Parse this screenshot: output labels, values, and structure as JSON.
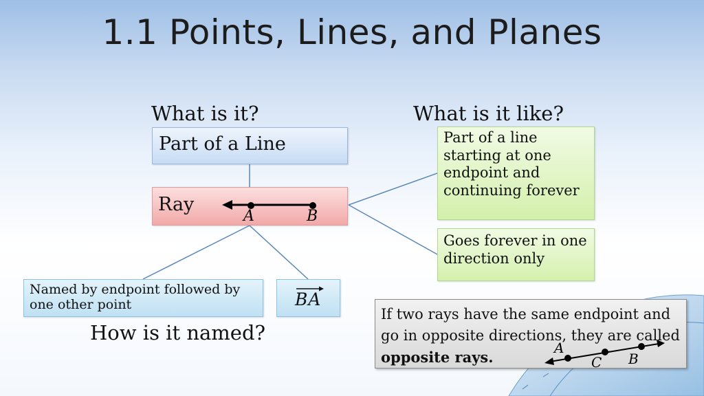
{
  "title": "1.1 Points, Lines, and Planes",
  "headers": {
    "what_is_it": "What is it?",
    "what_is_it_like": "What is it like?",
    "how_named": "How is it named?"
  },
  "boxes": {
    "definition": "Part of a Line",
    "term": "Ray",
    "property_1": "Part of a line starting at one endpoint and continuing forever",
    "property_2": "Goes forever in one direction only",
    "naming_rule": "Named by endpoint followed by one other point",
    "naming_example": "BA"
  },
  "ray_points": {
    "a": "A",
    "b": "B"
  },
  "note": {
    "text": "If two rays have the same endpoint and go in opposite directions, they are called",
    "emphasis": "opposite rays.",
    "points": {
      "a": "A",
      "c": "C",
      "b": "B"
    }
  }
}
